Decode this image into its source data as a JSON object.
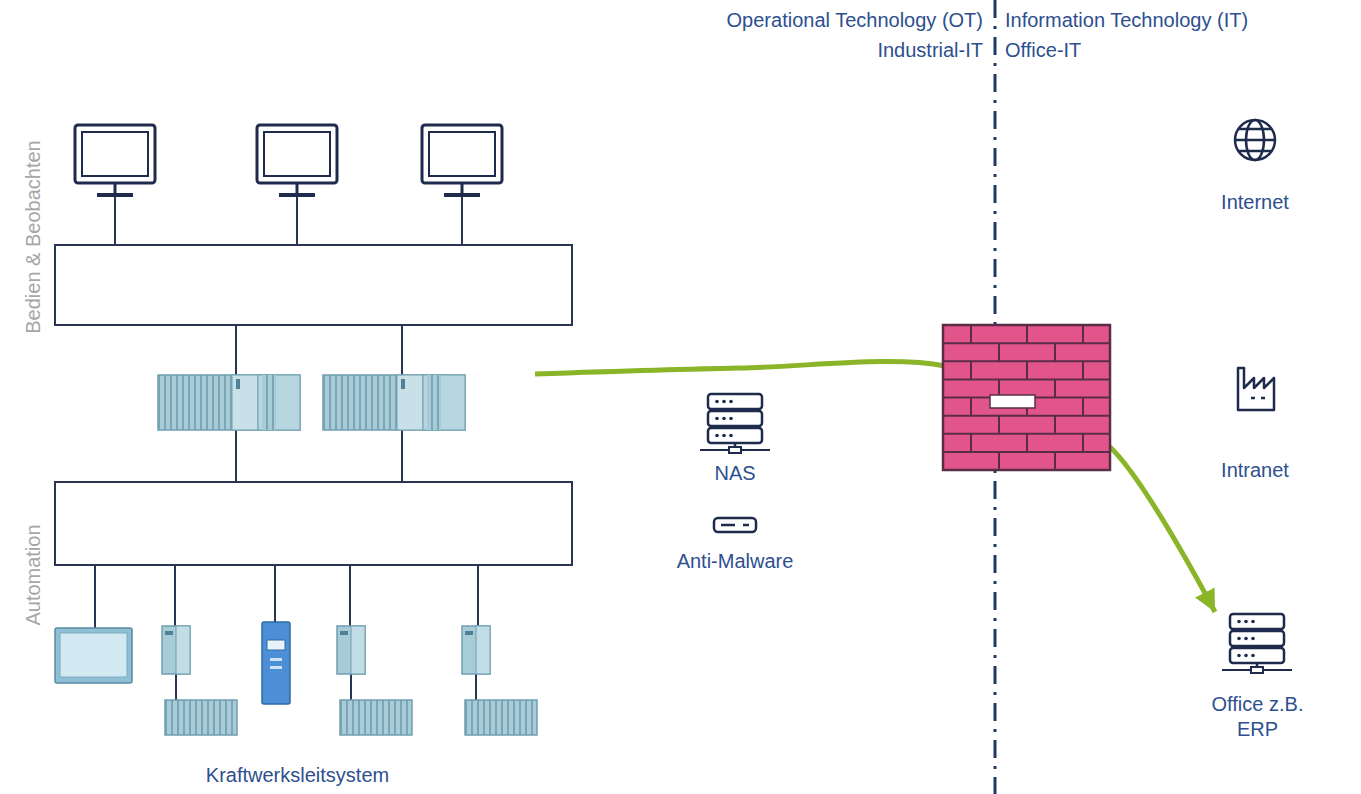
{
  "diagram": {
    "nodes": [
      {
        "text": [
          "Kraftwerksleitsystem"
        ]
      },
      {
        "text": [
          "NAS"
        ]
      },
      {
        "text": [
          "Anti-Malware"
        ]
      },
      {
        "text": [
          "Internet"
        ]
      },
      {
        "text": [
          "Intranet"
        ]
      },
      {
        "text": [
          "Office z.B. ERP"
        ]
      }
    ],
    "edges": [
      {
        "from": 0,
        "to": 5,
        "arrow": "to"
      }
    ],
    "labels": [
      "Operational Technology (OT)",
      "Information Technology (IT)",
      "Industrial-IT",
      "Office-IT",
      "Bedien & Beobachten",
      "Automation"
    ]
  }
}
